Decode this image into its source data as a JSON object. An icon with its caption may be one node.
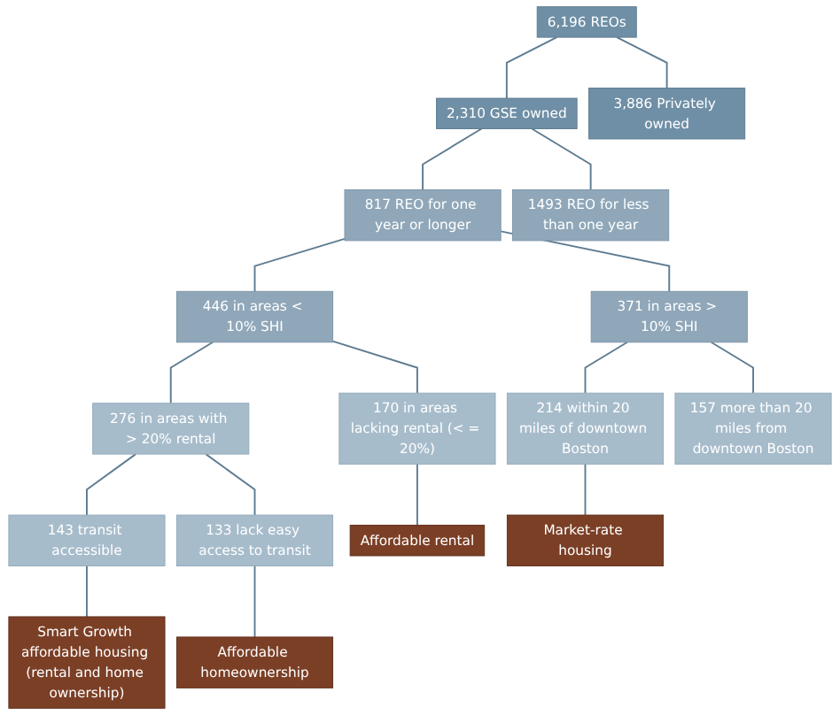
{
  "diagram": {
    "nodes": [
      {
        "text": [
          "6,196 REOs"
        ]
      },
      {
        "text": [
          "2,310 GSE owned"
        ]
      },
      {
        "text": [
          "3,886 Privately owned"
        ]
      },
      {
        "text": [
          "817 REO for one year or longer"
        ]
      },
      {
        "text": [
          "1493 REO for less than one year"
        ]
      },
      {
        "text": [
          "446 in areas < 10% SHI"
        ]
      },
      {
        "text": [
          "371 in areas > 10% SHI"
        ]
      },
      {
        "text": [
          "170 in areas lacking rental (< = 20%)"
        ]
      },
      {
        "text": [
          "276 in areas with > 20% rental"
        ]
      },
      {
        "text": [
          "143 transit accessible"
        ]
      },
      {
        "text": [
          "133 lack easy access to transit"
        ]
      },
      {
        "text": [
          "214 within 20 miles of downtown Boston"
        ]
      },
      {
        "text": [
          "157 more than 20 miles from downtown Boston"
        ]
      },
      {
        "text": [
          "Affordable rental"
        ]
      },
      {
        "text": [
          "Smart Growth affordable housing (rental and home ownership)"
        ]
      },
      {
        "text": [
          "Affordable homeownership"
        ]
      },
      {
        "text": [
          "Market-rate housing"
        ]
      }
    ],
    "edges": [
      {
        "from": 0,
        "to": 1,
        "arrow": "none"
      },
      {
        "from": 0,
        "to": 2,
        "arrow": "none"
      },
      {
        "from": 1,
        "to": 3,
        "arrow": "none"
      },
      {
        "from": 1,
        "to": 4,
        "arrow": "none"
      },
      {
        "from": 3,
        "to": 5,
        "arrow": "none"
      },
      {
        "from": 3,
        "to": 6,
        "arrow": "none"
      },
      {
        "from": 5,
        "to": 7,
        "arrow": "none"
      },
      {
        "from": 5,
        "to": 8,
        "arrow": "none"
      },
      {
        "from": 8,
        "to": 9,
        "arrow": "none"
      },
      {
        "from": 8,
        "to": 10,
        "arrow": "none"
      },
      {
        "from": 6,
        "to": 11,
        "arrow": "none"
      },
      {
        "from": 6,
        "to": 12,
        "arrow": "none"
      },
      {
        "from": 7,
        "to": 13,
        "arrow": "none"
      },
      {
        "from": 9,
        "to": 14,
        "arrow": "none"
      },
      {
        "from": 10,
        "to": 15,
        "arrow": "none"
      },
      {
        "from": 11,
        "to": 16,
        "arrow": "none"
      }
    ]
  }
}
